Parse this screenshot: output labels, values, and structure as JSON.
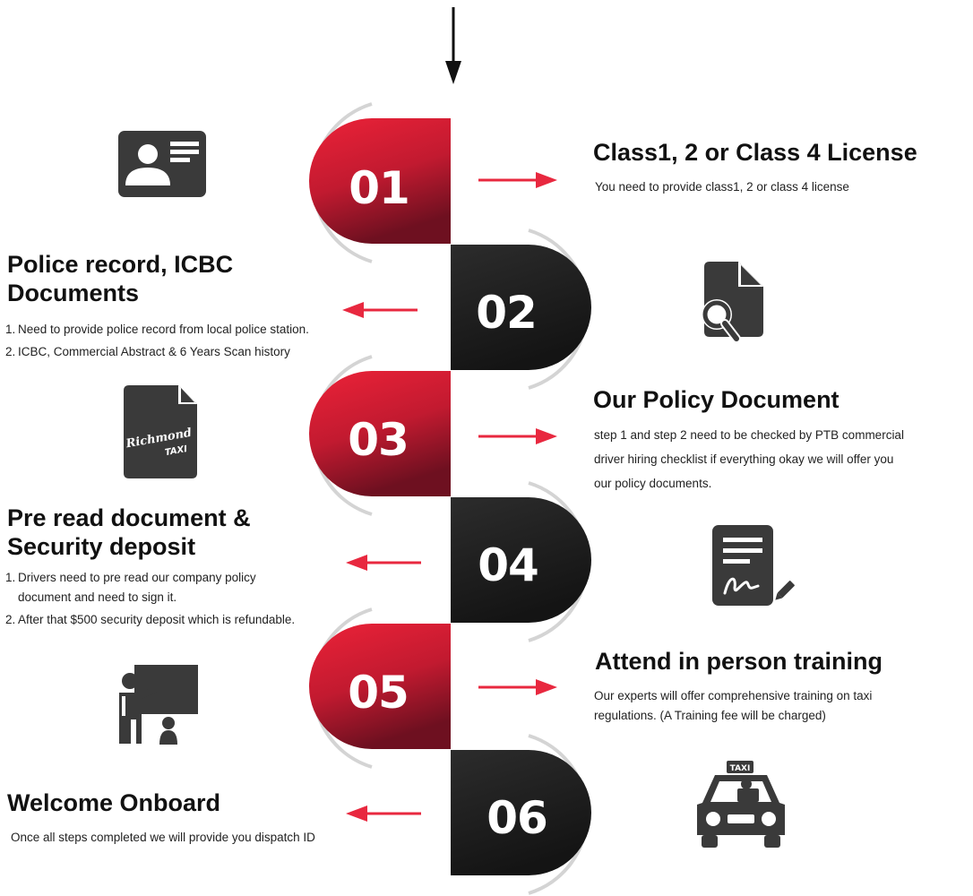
{
  "steps": [
    {
      "number": "01",
      "title": "Class1, 2 or Class 4 License",
      "description": "You need to provide class1, 2 or class 4 license",
      "icon": "id-card-icon"
    },
    {
      "number": "02",
      "title": "Police record, ICBC Documents",
      "items": [
        "Need to provide police record from local police station.",
        "ICBC, Commercial Abstract & 6 Years Scan history"
      ],
      "icon": "document-search-icon"
    },
    {
      "number": "03",
      "title": "Our Policy Document",
      "description": "step 1 and step 2 need to be checked by PTB commercial driver hiring checklist if everything okay we will offer you our policy documents.",
      "icon": "richmond-taxi-document-icon",
      "logo_text": [
        "Richmond",
        "TAXI"
      ]
    },
    {
      "number": "04",
      "title": "Pre read document & Security deposit",
      "items": [
        "Drivers need to pre read our company policy document and need to sign it.",
        "After that $500 security deposit which is refundable."
      ],
      "icon": "signed-document-icon"
    },
    {
      "number": "05",
      "title": "Attend in person training",
      "description": "Our experts will offer comprehensive training on taxi regulations. (A Training fee will be charged)",
      "icon": "training-presentation-icon"
    },
    {
      "number": "06",
      "title": "Welcome Onboard",
      "description": "Once all steps completed we will provide you dispatch ID",
      "icon": "taxi-car-icon",
      "sign_text": "TAXI"
    }
  ],
  "colors": {
    "red": "#e21f36",
    "red_dark": "#6e1020",
    "black": "#2a2a2a",
    "black_dark": "#141414",
    "arrow": "#e8283f",
    "icon": "#3a3a3a",
    "arc": "#d4d4d4"
  }
}
